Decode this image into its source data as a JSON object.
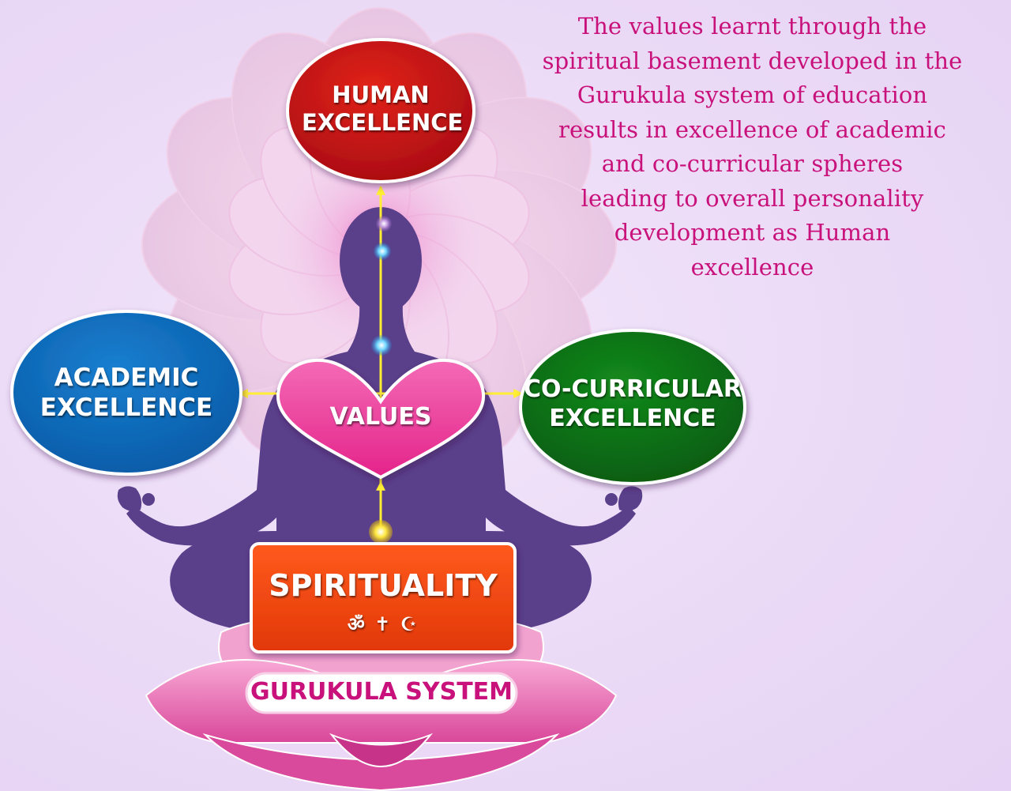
{
  "description": {
    "lines": [
      "The values learnt through the",
      "spiritual basement developed in the",
      "Gurukula system of education",
      "results in excellence of academic",
      "and co-curricular spheres",
      "leading to overall personality",
      "development as Human",
      "excellence"
    ]
  },
  "nodes": {
    "human_excellence": {
      "line1": "HUMAN",
      "line2": "EXCELLENCE",
      "color": "#c40d12"
    },
    "academic_excellence": {
      "line1": "ACADEMIC",
      "line2": "EXCELLENCE",
      "color": "#0b66b8"
    },
    "co_curricular_excellence": {
      "line1": "CO-CURRICULAR",
      "line2": "EXCELLENCE",
      "color": "#0d6a16"
    },
    "values": {
      "label": "VALUES",
      "color": "#ee3d9d"
    },
    "spirituality": {
      "label": "SPIRITUALITY",
      "symbols": "ॐ ✝ ☪",
      "color": "#f3440f"
    },
    "gurukula_system": {
      "label": "GURUKULA SYSTEM",
      "color": "#c8117a"
    }
  },
  "colors": {
    "figure": "#5a3f8a",
    "arrow": "#ffee33",
    "lotus": "#e96ab0",
    "text": "#c8117a"
  }
}
